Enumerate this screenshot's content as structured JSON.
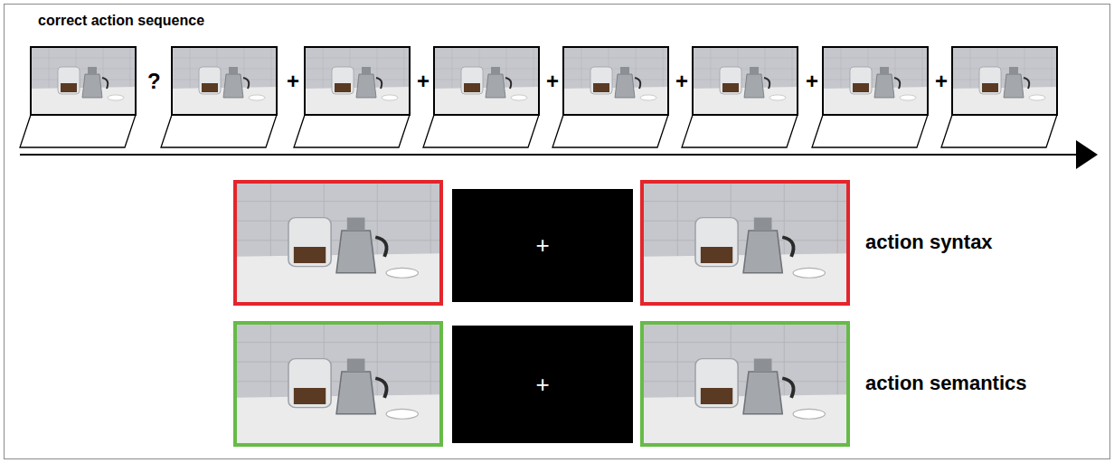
{
  "diagram": {
    "title": "correct action sequence",
    "nodes": [
      {
        "text": [
          "+"
        ]
      },
      {
        "text": [
          "+"
        ]
      }
    ],
    "labels": [
      "?",
      "+",
      "+",
      "+",
      "+",
      "+",
      "+",
      "action syntax",
      "action semantics"
    ]
  }
}
